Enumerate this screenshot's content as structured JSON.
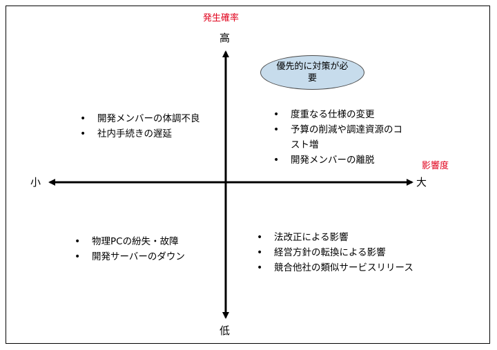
{
  "axes": {
    "y_title": "発生確率",
    "y_high": "高",
    "y_low": "低",
    "x_title": "影響度",
    "x_large": "大",
    "x_small": "小",
    "title_color": "#e0001b"
  },
  "callout": {
    "text": "優先的に対策が必要",
    "fill": "#c7dcec"
  },
  "quadrants": {
    "top_left": [
      "開発メンバーの体調不良",
      "社内手続きの遅延"
    ],
    "top_right": [
      "度重なる仕様の変更",
      "予算の削減や調達資源のコスト増",
      "開発メンバーの離脱"
    ],
    "bottom_left": [
      "物理PCの紛失・故障",
      "開発サーバーのダウン"
    ],
    "bottom_right": [
      "法改正による影響",
      "経営方針の転換による影響",
      "競合他社の類似サービスリリース"
    ]
  }
}
